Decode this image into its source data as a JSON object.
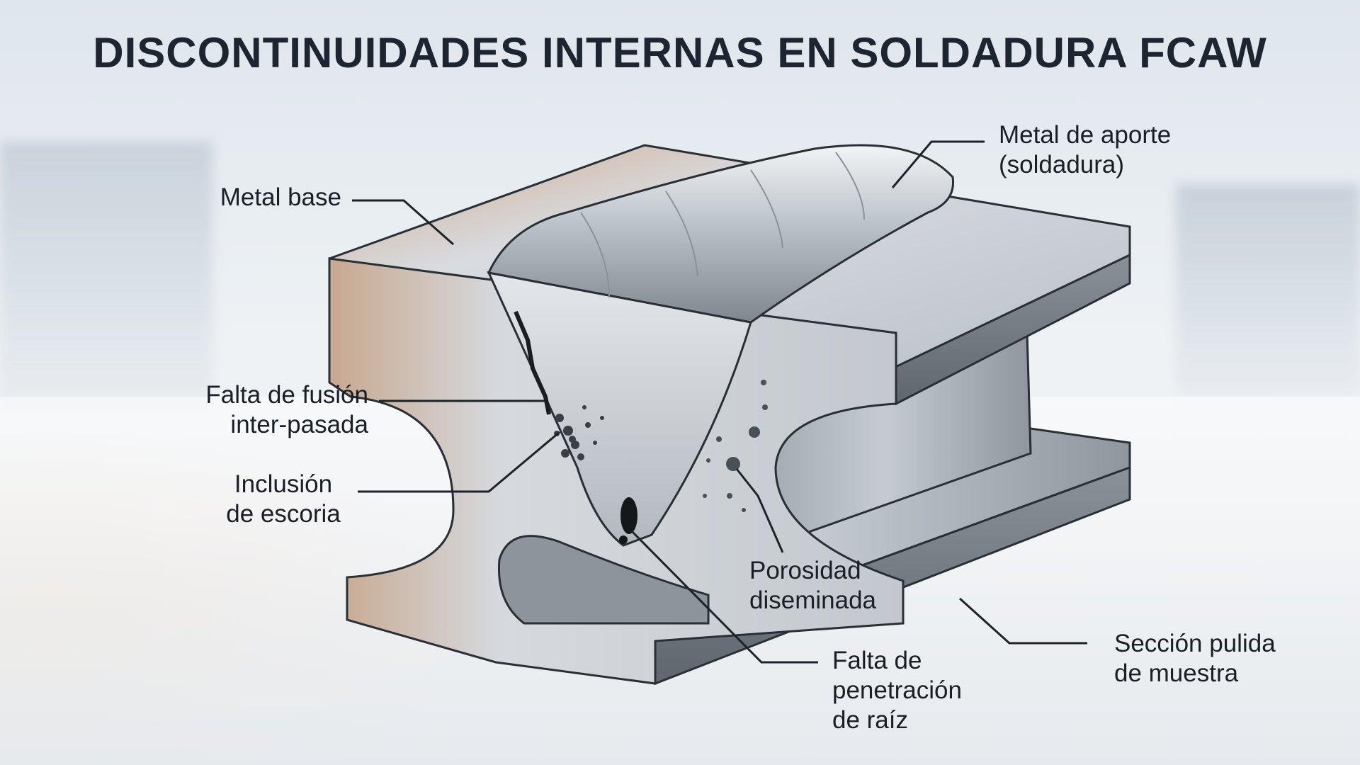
{
  "title": "DISCONTINUIDADES INTERNAS EN SOLDADURA FCAW",
  "labels": {
    "metal_base": "Metal base",
    "metal_aporte_line1": "Metal de aporte",
    "metal_aporte_line2": "(soldadura)",
    "falta_fusion_line1": "Falta de fusión",
    "falta_fusion_line2": "inter-pasada",
    "inclusion_line1": "Inclusión",
    "inclusion_line2": "de escoria",
    "porosidad_line1": "Porosidad",
    "porosidad_line2": "diseminada",
    "penetracion_line1": "Falta de",
    "penetracion_line2": "penetración",
    "penetracion_line3": "de raíz",
    "seccion_line1": "Sección pulida",
    "seccion_line2": "de muestra"
  },
  "colors": {
    "steel_light": "#d9dde2",
    "steel_mid": "#aab1b9",
    "steel_dark": "#6d747c",
    "outline": "#2a2f35",
    "leader": "#1e2329"
  }
}
